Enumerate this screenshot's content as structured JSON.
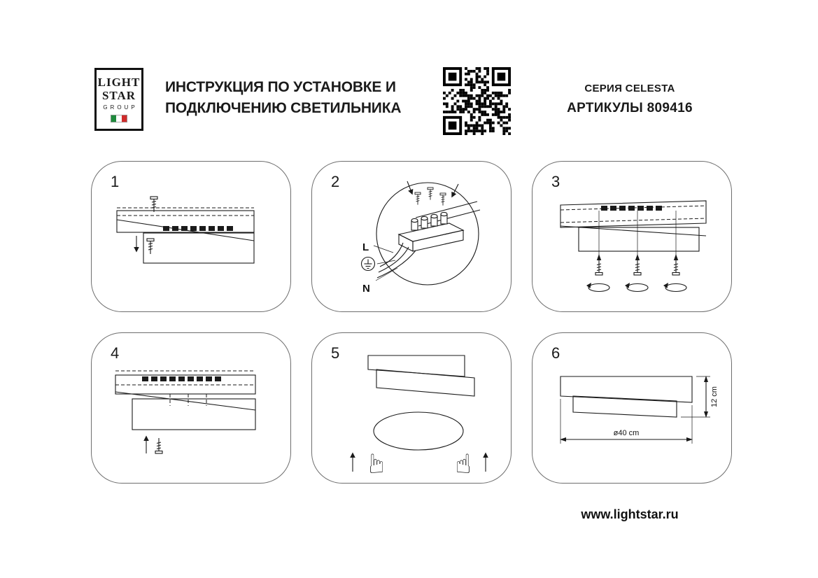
{
  "header": {
    "logo": {
      "line1": "LIGHT",
      "line2": "STAR",
      "line3": "GROUP"
    },
    "title_line1": "ИНСТРУКЦИЯ ПО УСТАНОВКЕ И",
    "title_line2": "ПОДКЛЮЧЕНИЮ СВЕТИЛЬНИКА",
    "series": "СЕРИЯ CELESTA",
    "articles": "АРТИКУЛЫ 809416"
  },
  "panels": [
    {
      "number": "1"
    },
    {
      "number": "2",
      "labels": {
        "l": "L",
        "n": "N"
      }
    },
    {
      "number": "3"
    },
    {
      "number": "4"
    },
    {
      "number": "5"
    },
    {
      "number": "6",
      "dimensions": {
        "height": "12 cm",
        "diameter": "ø40 cm"
      }
    }
  ],
  "footer": {
    "website": "www.lightstar.ru"
  },
  "colors": {
    "ink": "#1a1a1a",
    "flag_green": "#1e8a3c",
    "flag_red": "#d02b2b"
  }
}
